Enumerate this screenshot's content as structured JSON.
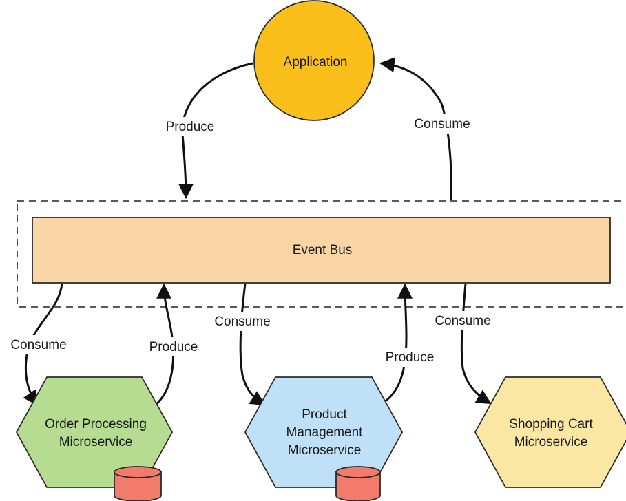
{
  "nodes": {
    "application": {
      "label": "Application",
      "fill": "#fbbf1c"
    },
    "event_bus": {
      "label": "Event Bus",
      "fill": "#fad5a5"
    },
    "order_processing": {
      "label_line1": "Order Processing",
      "label_line2": "Microservice",
      "fill": "#b6dc92"
    },
    "product_management": {
      "label_line1": "Product",
      "label_line2": "Management",
      "label_line3": "Microservice",
      "fill": "#bfe0f6"
    },
    "shopping_cart": {
      "label_line1": "Shopping Cart",
      "label_line2": "Microservice",
      "fill": "#fbe7a4"
    }
  },
  "edges": {
    "app_produce": "Produce",
    "app_consume": "Consume",
    "order_consume": "Consume",
    "order_produce": "Produce",
    "product_consume": "Consume",
    "product_produce": "Produce",
    "cart_consume": "Consume"
  },
  "colors": {
    "database": "#f27b6b",
    "stroke": "#2b2b2b"
  }
}
